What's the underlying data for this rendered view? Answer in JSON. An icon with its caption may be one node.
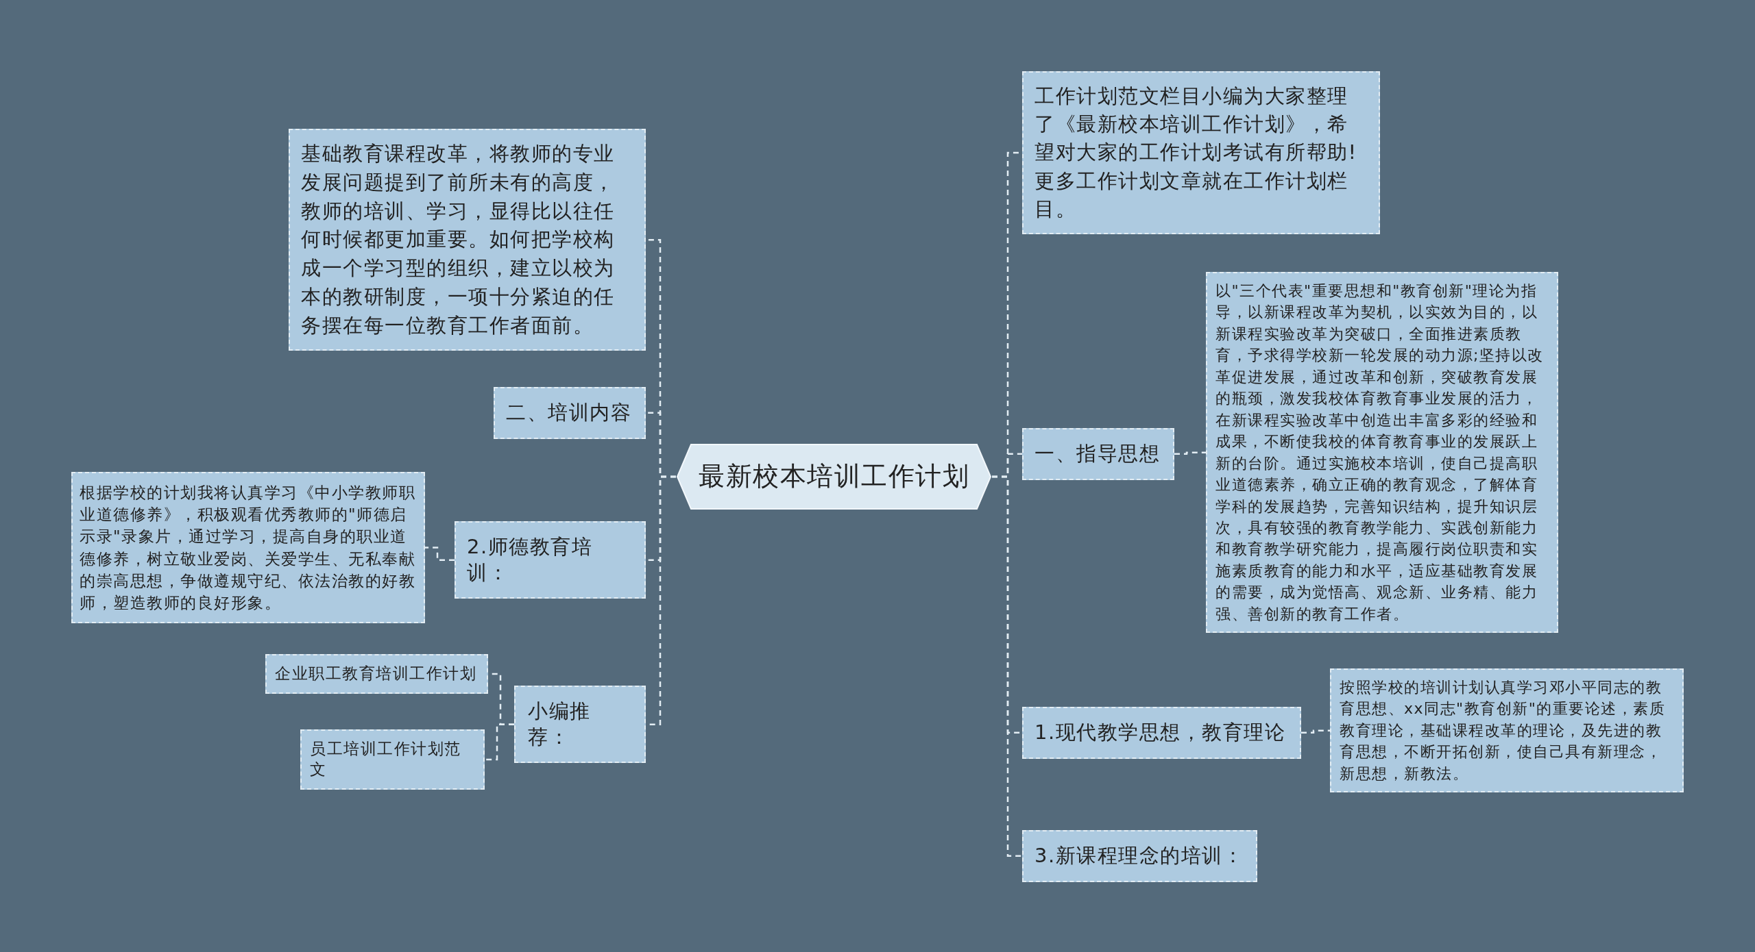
{
  "diagram": {
    "nodes": [
      {
        "text": [
          "最新校本培训工作计划"
        ]
      },
      {
        "text": [
          "基础教育课程改革，将教师的专业发展问题提到了前所未有的高度，教师的培训、学习，显得比以往任何时候都更加重要。如何把学校构成一个学习型的组织，建立以校为本的教研制度，一项十分紧迫的任务摆在每一位教育工作者面前。"
        ]
      },
      {
        "text": [
          "二、培训内容"
        ]
      },
      {
        "text": [
          "2.师德教育培训："
        ]
      },
      {
        "text": [
          "根据学校的计划我将认真学习《中小学教师职业道德修养》，积极观看优秀教师的\"师德启示录\"录象片，通过学习，提高自身的职业道德修养，树立敬业爱岗、关爱学生、无私奉献的崇高思想，争做遵规守纪、依法治教的好教师，塑造教师的良好形象。"
        ]
      },
      {
        "text": [
          "小编推荐："
        ]
      },
      {
        "text": [
          "企业职工教育培训工作计划"
        ]
      },
      {
        "text": [
          "员工培训工作计划范文"
        ]
      },
      {
        "text": [
          "工作计划范文栏目小编为大家整理了《最新校本培训工作计划》，希望对大家的工作计划考试有所帮助!更多工作计划文章就在工作计划栏目。"
        ]
      },
      {
        "text": [
          "一、指导思想"
        ]
      },
      {
        "text": [
          "以\"三个代表\"重要思想和\"教育创新\"理论为指导，以新课程改革为契机，以实效为目的，以新课程实验改革为突破口，全面推进素质教育，予求得学校新一轮发展的动力源;坚持以改革促进发展，通过改革和创新，突破教育发展的瓶颈，激发我校体育教育事业发展的活力，在新课程实验改革中创造出丰富多彩的经验和成果，不断使我校的体育教育事业的发展跃上新的台阶。通过实施校本培训，使自己提高职业道德素养，确立正确的教育观念，了解体育学科的发展趋势，完善知识结构，提升知识层次，具有较强的教育教学能力、实践创新能力和教育教学研究能力，提高履行岗位职责和实施素质教育的能力和水平，适应基础教育发展的需要，成为觉悟高、观念新、业务精、能力强、善创新的教育工作者。"
        ]
      },
      {
        "text": [
          "1.现代教学思想，教育理论"
        ]
      },
      {
        "text": [
          "按照学校的培训计划认真学习邓小平同志的教育思想、xx同志\"教育创新\"的重要论述，素质教育理论，基础课程改革的理论，及先进的教育思想，不断开拓创新，使自己具有新理念，新思想，新教法。"
        ]
      },
      {
        "text": [
          "3.新课程理念的培训："
        ]
      }
    ],
    "edges": [
      {
        "from": 0,
        "to": 1,
        "arrow": "none"
      },
      {
        "from": 0,
        "to": 2,
        "arrow": "none"
      },
      {
        "from": 0,
        "to": 3,
        "arrow": "none"
      },
      {
        "from": 3,
        "to": 4,
        "arrow": "none"
      },
      {
        "from": 0,
        "to": 5,
        "arrow": "none"
      },
      {
        "from": 5,
        "to": 6,
        "arrow": "none"
      },
      {
        "from": 5,
        "to": 7,
        "arrow": "none"
      },
      {
        "from": 0,
        "to": 8,
        "arrow": "none"
      },
      {
        "from": 0,
        "to": 9,
        "arrow": "none"
      },
      {
        "from": 9,
        "to": 10,
        "arrow": "none"
      },
      {
        "from": 0,
        "to": 11,
        "arrow": "none"
      },
      {
        "from": 11,
        "to": 12,
        "arrow": "none"
      },
      {
        "from": 0,
        "to": 13,
        "arrow": "none"
      }
    ]
  }
}
